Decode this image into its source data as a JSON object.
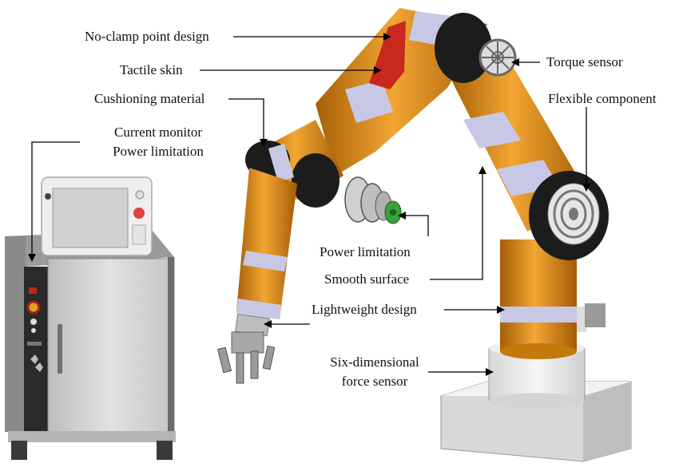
{
  "labels": {
    "no_clamp": "No-clamp point design",
    "tactile_skin": "Tactile skin",
    "cushioning": "Cushioning material",
    "current_monitor": "Current monitor",
    "power_limitation_top": "Power limitation",
    "torque_sensor": "Torque sensor",
    "flexible_component": "Flexible component",
    "power_limitation": "Power limitation",
    "smooth_surface": "Smooth surface",
    "lightweight": "Lightweight design",
    "six_dim_line1": "Six-dimensional",
    "six_dim_line2": "force sensor"
  },
  "colors": {
    "arm_orange": "#d9870f",
    "arm_orange_dark": "#9a5806",
    "joint_black": "#1c1c1c",
    "band_lavender": "#c8c8e6",
    "tactile_red": "#c8281e",
    "cabinet_gray": "#d2d2d2",
    "base_white": "#ececec"
  }
}
